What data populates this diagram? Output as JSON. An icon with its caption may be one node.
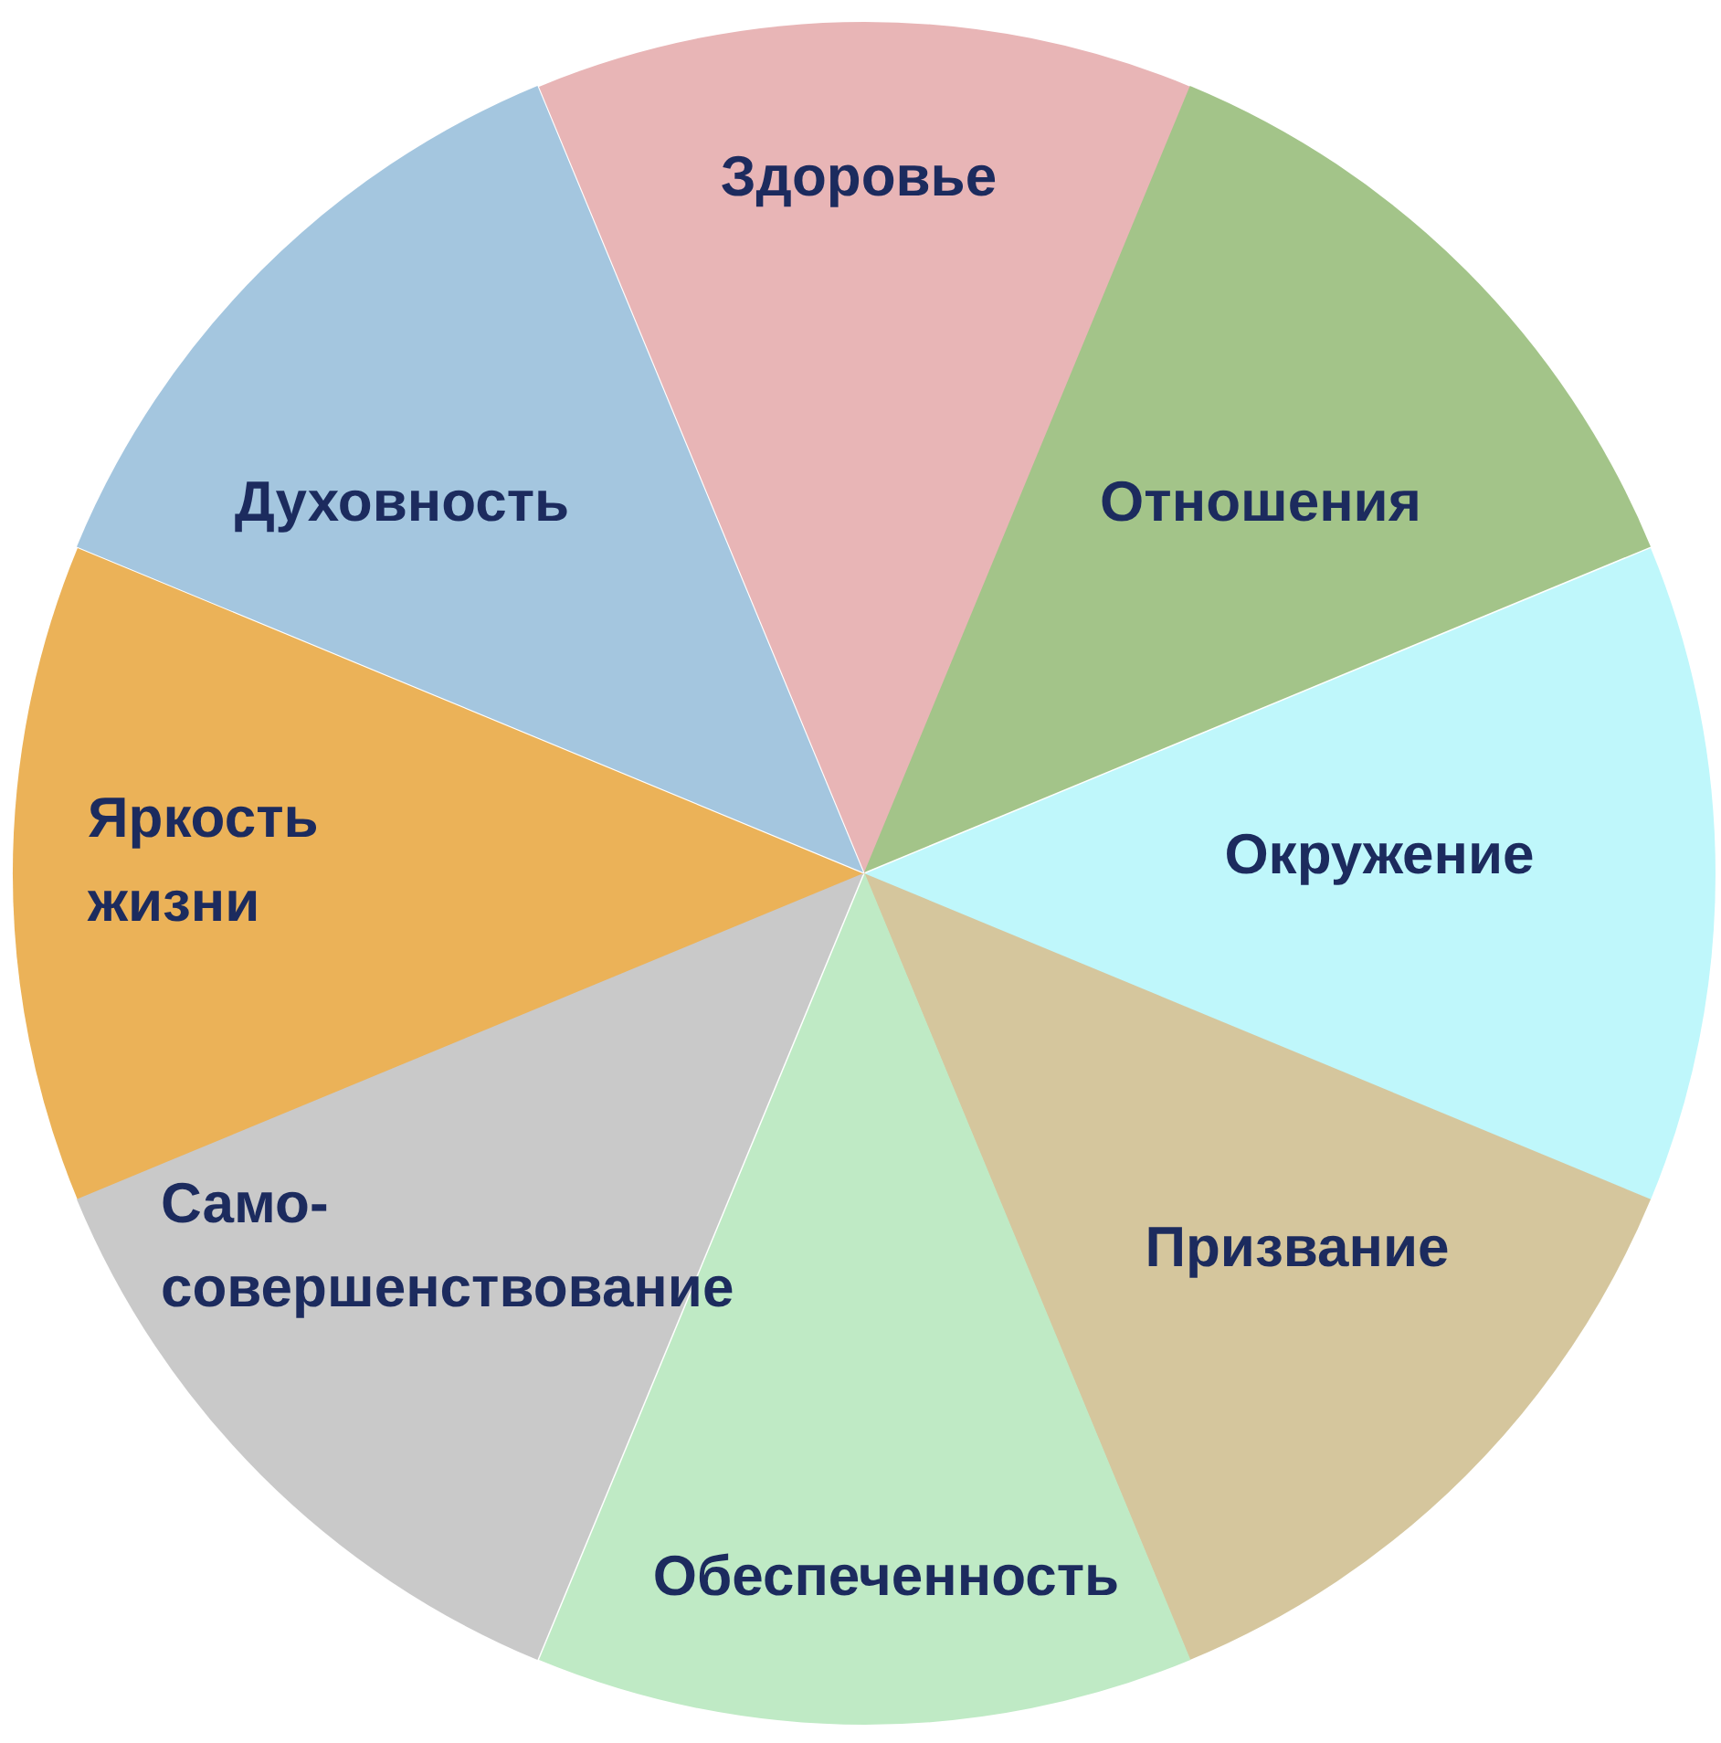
{
  "diagram": {
    "nodes": [
      {
        "text": [
          "Здоровье"
        ]
      },
      {
        "text": [
          "Духовность"
        ]
      },
      {
        "text": [
          "Отношения"
        ]
      },
      {
        "text": [
          "Окружение"
        ]
      },
      {
        "text": [
          "Яркость жизни"
        ]
      },
      {
        "text": [
          "Само-совершенствование"
        ]
      },
      {
        "text": [
          "Призвание"
        ]
      },
      {
        "text": [
          "Обеспеченность"
        ]
      }
    ]
  }
}
